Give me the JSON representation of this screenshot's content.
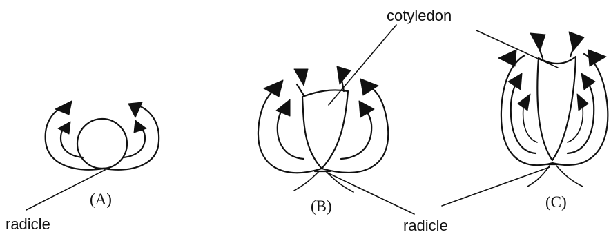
{
  "labels": {
    "cotyledon": "cotyledon",
    "radicle_left": "radicle",
    "radicle_right": "radicle",
    "panel_a": "(A)",
    "panel_b": "(B)",
    "panel_c": "(C)"
  },
  "colors": {
    "ink": "#111111",
    "background": "#ffffff"
  }
}
